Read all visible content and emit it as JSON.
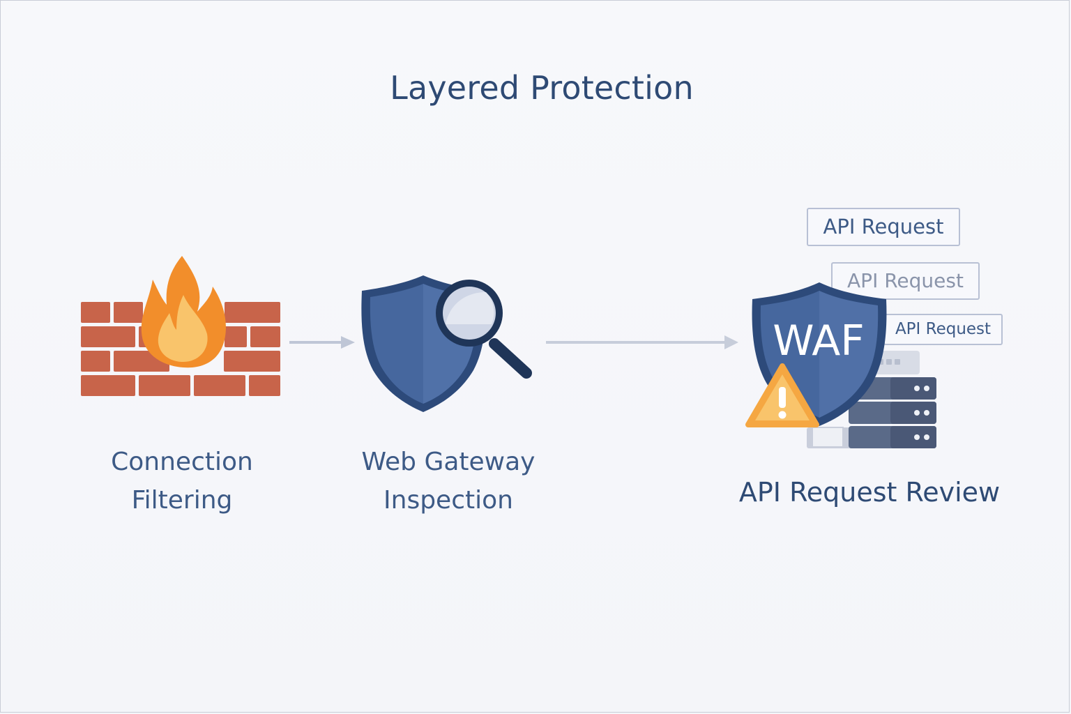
{
  "title": "Layered Protection",
  "stages": [
    {
      "icon": "firewall-icon",
      "label_line1": "Connection",
      "label_line2": "Filtering"
    },
    {
      "icon": "shield-magnifier-icon",
      "label_line1": "Web Gateway",
      "label_line2": "Inspection"
    },
    {
      "icon": "waf-shield-icon",
      "shield_text": "WAF",
      "label": "API Request Review",
      "requests": [
        "API Request",
        "API Request",
        "API Request"
      ]
    }
  ],
  "colors": {
    "brick": "#c8644a",
    "flame_outer": "#f28e2b",
    "flame_inner": "#f9c46b",
    "shield": "#3d5f96",
    "shield_dark": "#2d4a7a",
    "warning": "#f5a742",
    "arrow": "#bfc6d6",
    "text": "#2e4a74"
  }
}
